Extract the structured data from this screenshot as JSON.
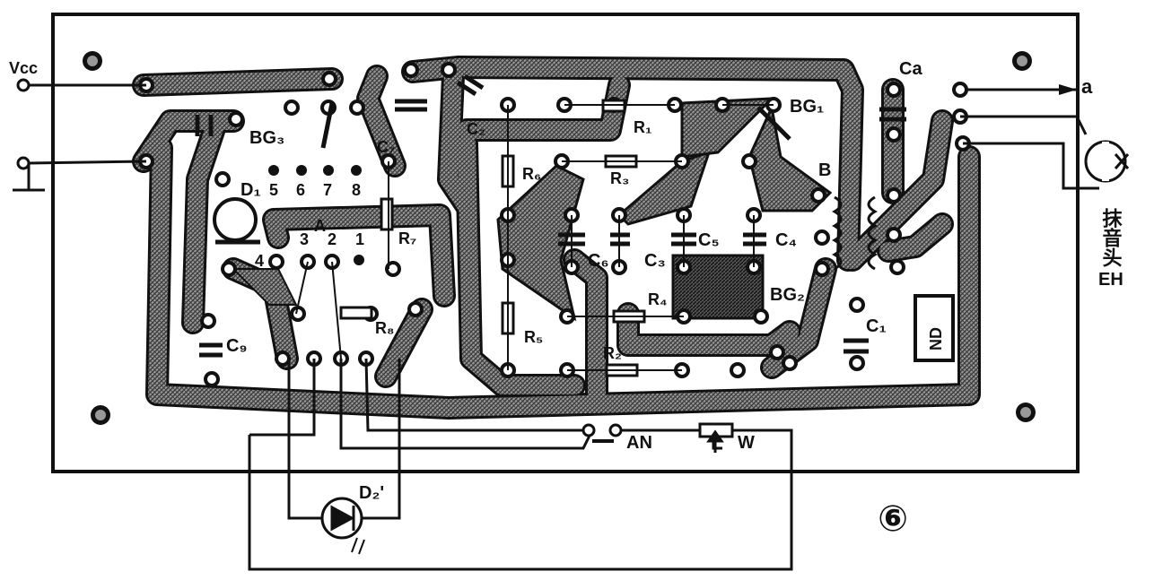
{
  "colors": {
    "ink": "#111111",
    "paper": "#ffffff",
    "copper": "#888888"
  },
  "figure_number": "⑥",
  "terminals": {
    "vcc": "Vcc",
    "a": "a",
    "erase_head_cn": "抹音头",
    "erase_head": "EH"
  },
  "components": {
    "BG1": "BG₁",
    "BG2": "BG₂",
    "BG3": "BG₃",
    "C1": "C₁",
    "C2": "C₂",
    "C3": "C₃",
    "C4": "C₄",
    "C5": "C₅",
    "C6": "C₆",
    "C7": "C₇",
    "C9": "C₉",
    "Ca": "Ca",
    "R1": "R₁",
    "R2": "R₂",
    "R3": "R₃",
    "R4": "R₄",
    "R5": "R₅",
    "R6": "R₆",
    "R7": "R₇",
    "R8": "R₈",
    "D1": "D₁",
    "D2": "D₂'",
    "B": "B",
    "ND": "ND",
    "AN": "AN",
    "W": "W",
    "A": "A"
  },
  "pins": [
    "1",
    "2",
    "3",
    "4",
    "5",
    "6",
    "7",
    "8"
  ],
  "icons": [
    "mount-hole-icon",
    "led-icon",
    "capacitor-icon",
    "resistor-icon",
    "ground-icon",
    "erase-head-icon",
    "button-icon",
    "potentiometer-icon"
  ]
}
